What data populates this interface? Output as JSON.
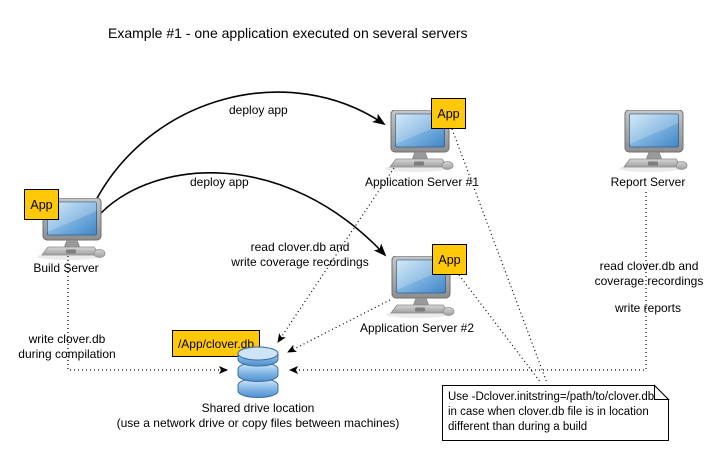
{
  "title": "Example #1 - one application executed on several servers",
  "colors": {
    "badge_bg": "#FFC808",
    "badge_border": "#000000",
    "screen_blue": "#4D8FCC",
    "db_blue": "#5795D6",
    "icon_gray": "#ABABAB",
    "line_black": "#000000",
    "note_bg": "#FFFFFF"
  },
  "nodes": {
    "build_server": {
      "label": "Build Server",
      "badge": "App"
    },
    "app_server_1": {
      "label": "Application Server #1",
      "badge": "App"
    },
    "app_server_2": {
      "label": "Application Server #2",
      "badge": "App"
    },
    "report_server": {
      "label": "Report Server"
    },
    "shared_drive": {
      "badge": "/App/clover.db",
      "caption_line1": "Shared drive location",
      "caption_line2": "(use a network drive or copy files between machines)"
    }
  },
  "edges": {
    "deploy_app_1": "deploy app",
    "deploy_app_2": "deploy app"
  },
  "annotations": {
    "app_servers_io": {
      "line1": "read clover.db and",
      "line2": "write coverage recordings"
    },
    "build_io": {
      "line1": "write clover.db",
      "line2": "during compilation"
    },
    "report_io": {
      "line1": "read clover.db and",
      "line2": "coverage recordings"
    },
    "report_output": "write reports",
    "note": {
      "line1": "Use -Dclover.initstring=/path/to/clover.db",
      "line2": "in case when clover.db file is in location",
      "line3": "different than during a build"
    }
  }
}
